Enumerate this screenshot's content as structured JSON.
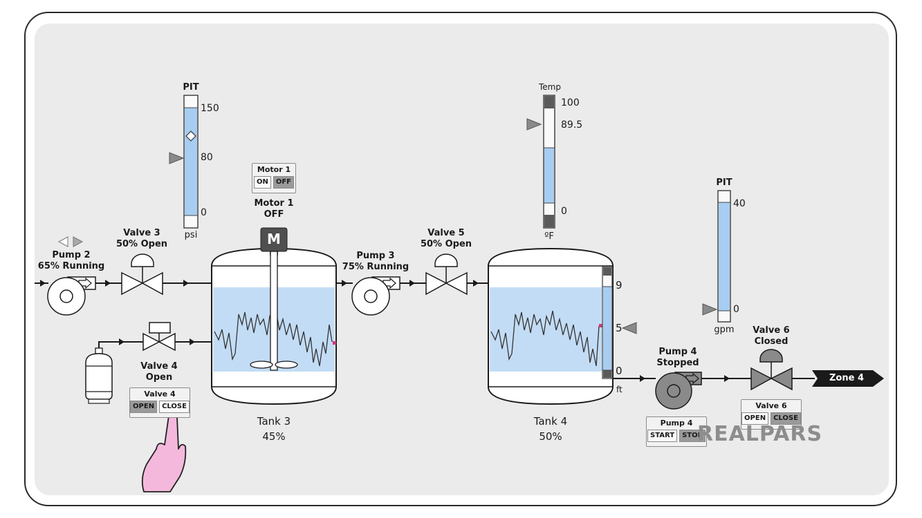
{
  "pump2": {
    "name": "Pump 2",
    "status": "65% Running"
  },
  "valve3": {
    "name": "Valve 3",
    "status": "50% Open"
  },
  "valve4": {
    "name": "Valve 4",
    "status": "Open"
  },
  "valve4_panel": {
    "title": "Valve 4",
    "open_label": "OPEN",
    "close_label": "CLOSE"
  },
  "motor1_panel": {
    "title": "Motor 1",
    "on_label": "ON",
    "off_label": "OFF"
  },
  "motor1": {
    "name": "Motor 1",
    "status": "OFF",
    "symbol": "M"
  },
  "pit1": {
    "title": "PIT",
    "max": "150",
    "setpoint": "80",
    "min": "0",
    "unit": "psi"
  },
  "tank3": {
    "name": "Tank 3",
    "level": "45%"
  },
  "pump3": {
    "name": "Pump 3",
    "status": "75% Running"
  },
  "valve5": {
    "name": "Valve 5",
    "status": "50% Open"
  },
  "temp": {
    "title": "Temp",
    "max": "100",
    "setpoint": "89.5",
    "min": "0",
    "unit": "ºF"
  },
  "tank4": {
    "name": "Tank 4",
    "level": "50%",
    "scale_max": "9",
    "scale_mid": "5",
    "scale_min": "0",
    "unit": "ft"
  },
  "pit2": {
    "title": "PIT",
    "max": "40",
    "min": "0",
    "unit": "gpm"
  },
  "pump4": {
    "name": "Pump 4",
    "status": "Stopped"
  },
  "pump4_panel": {
    "title": "Pump 4",
    "start_label": "START",
    "stop_label": "STOP"
  },
  "valve6": {
    "name": "Valve 6",
    "status": "Closed"
  },
  "valve6_panel": {
    "title": "Valve 6",
    "open_label": "OPEN",
    "close_label": "CLOSE"
  },
  "zone": {
    "label": "Zone 4"
  },
  "brand": {
    "logo": "REALPARS"
  },
  "colors": {
    "fluid": "#c3dcf5",
    "bar": "#a7cdf2",
    "panel": "#ebebeb",
    "line": "#1a1a1a"
  },
  "icons": [
    "pump-icon",
    "valve-icon",
    "motor-icon",
    "tank-icon",
    "gas-cylinder-icon",
    "hand-pointer-icon",
    "arrow-icon"
  ]
}
